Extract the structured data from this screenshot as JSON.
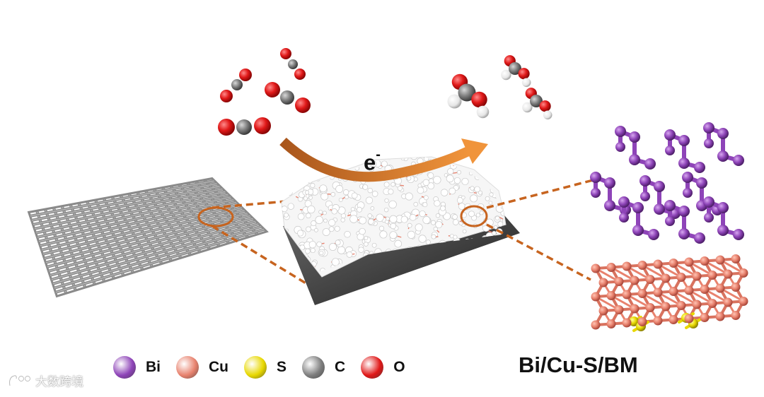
{
  "electron": {
    "symbol": "e",
    "charge": "-"
  },
  "legend": [
    {
      "label": "Bi",
      "color": "#8e44b8"
    },
    {
      "label": "Cu",
      "color": "#e8826e"
    },
    {
      "label": "S",
      "color": "#e8d800"
    },
    {
      "label": "C",
      "color": "#7e7e7e"
    },
    {
      "label": "O",
      "color": "#e01818"
    }
  ],
  "material_label": "Bi/Cu-S/BM",
  "watermark": {
    "text": "大数跨境"
  },
  "colors": {
    "mesh": "#8a8a8a",
    "arrow": "#d9782a",
    "dashed_leader": "#c7641f",
    "substrate": "#4a4a4a",
    "catalyst_particles": "#f4f4f4"
  }
}
